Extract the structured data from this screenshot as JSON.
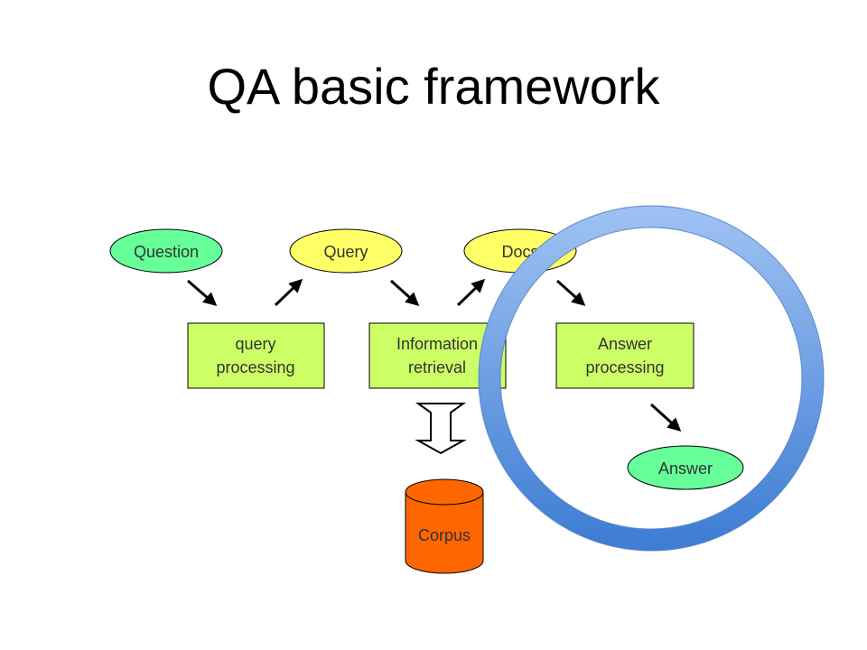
{
  "title": "QA basic framework",
  "nodes": {
    "question": "Question",
    "query": "Query",
    "docs": "Docs",
    "answer": "Answer",
    "query_processing": [
      "query",
      "processing"
    ],
    "information_retrieval": [
      "Information",
      "retrieval"
    ],
    "answer_processing": [
      "Answer",
      "processing"
    ],
    "corpus": "Corpus"
  },
  "colors": {
    "ellipse_green": "#66ff99",
    "ellipse_yellow": "#ffff66",
    "box_fill": "#ccff66",
    "corpus_fill": "#ff6600",
    "highlight_ring": "#5b8fd8",
    "text": "#333333"
  }
}
